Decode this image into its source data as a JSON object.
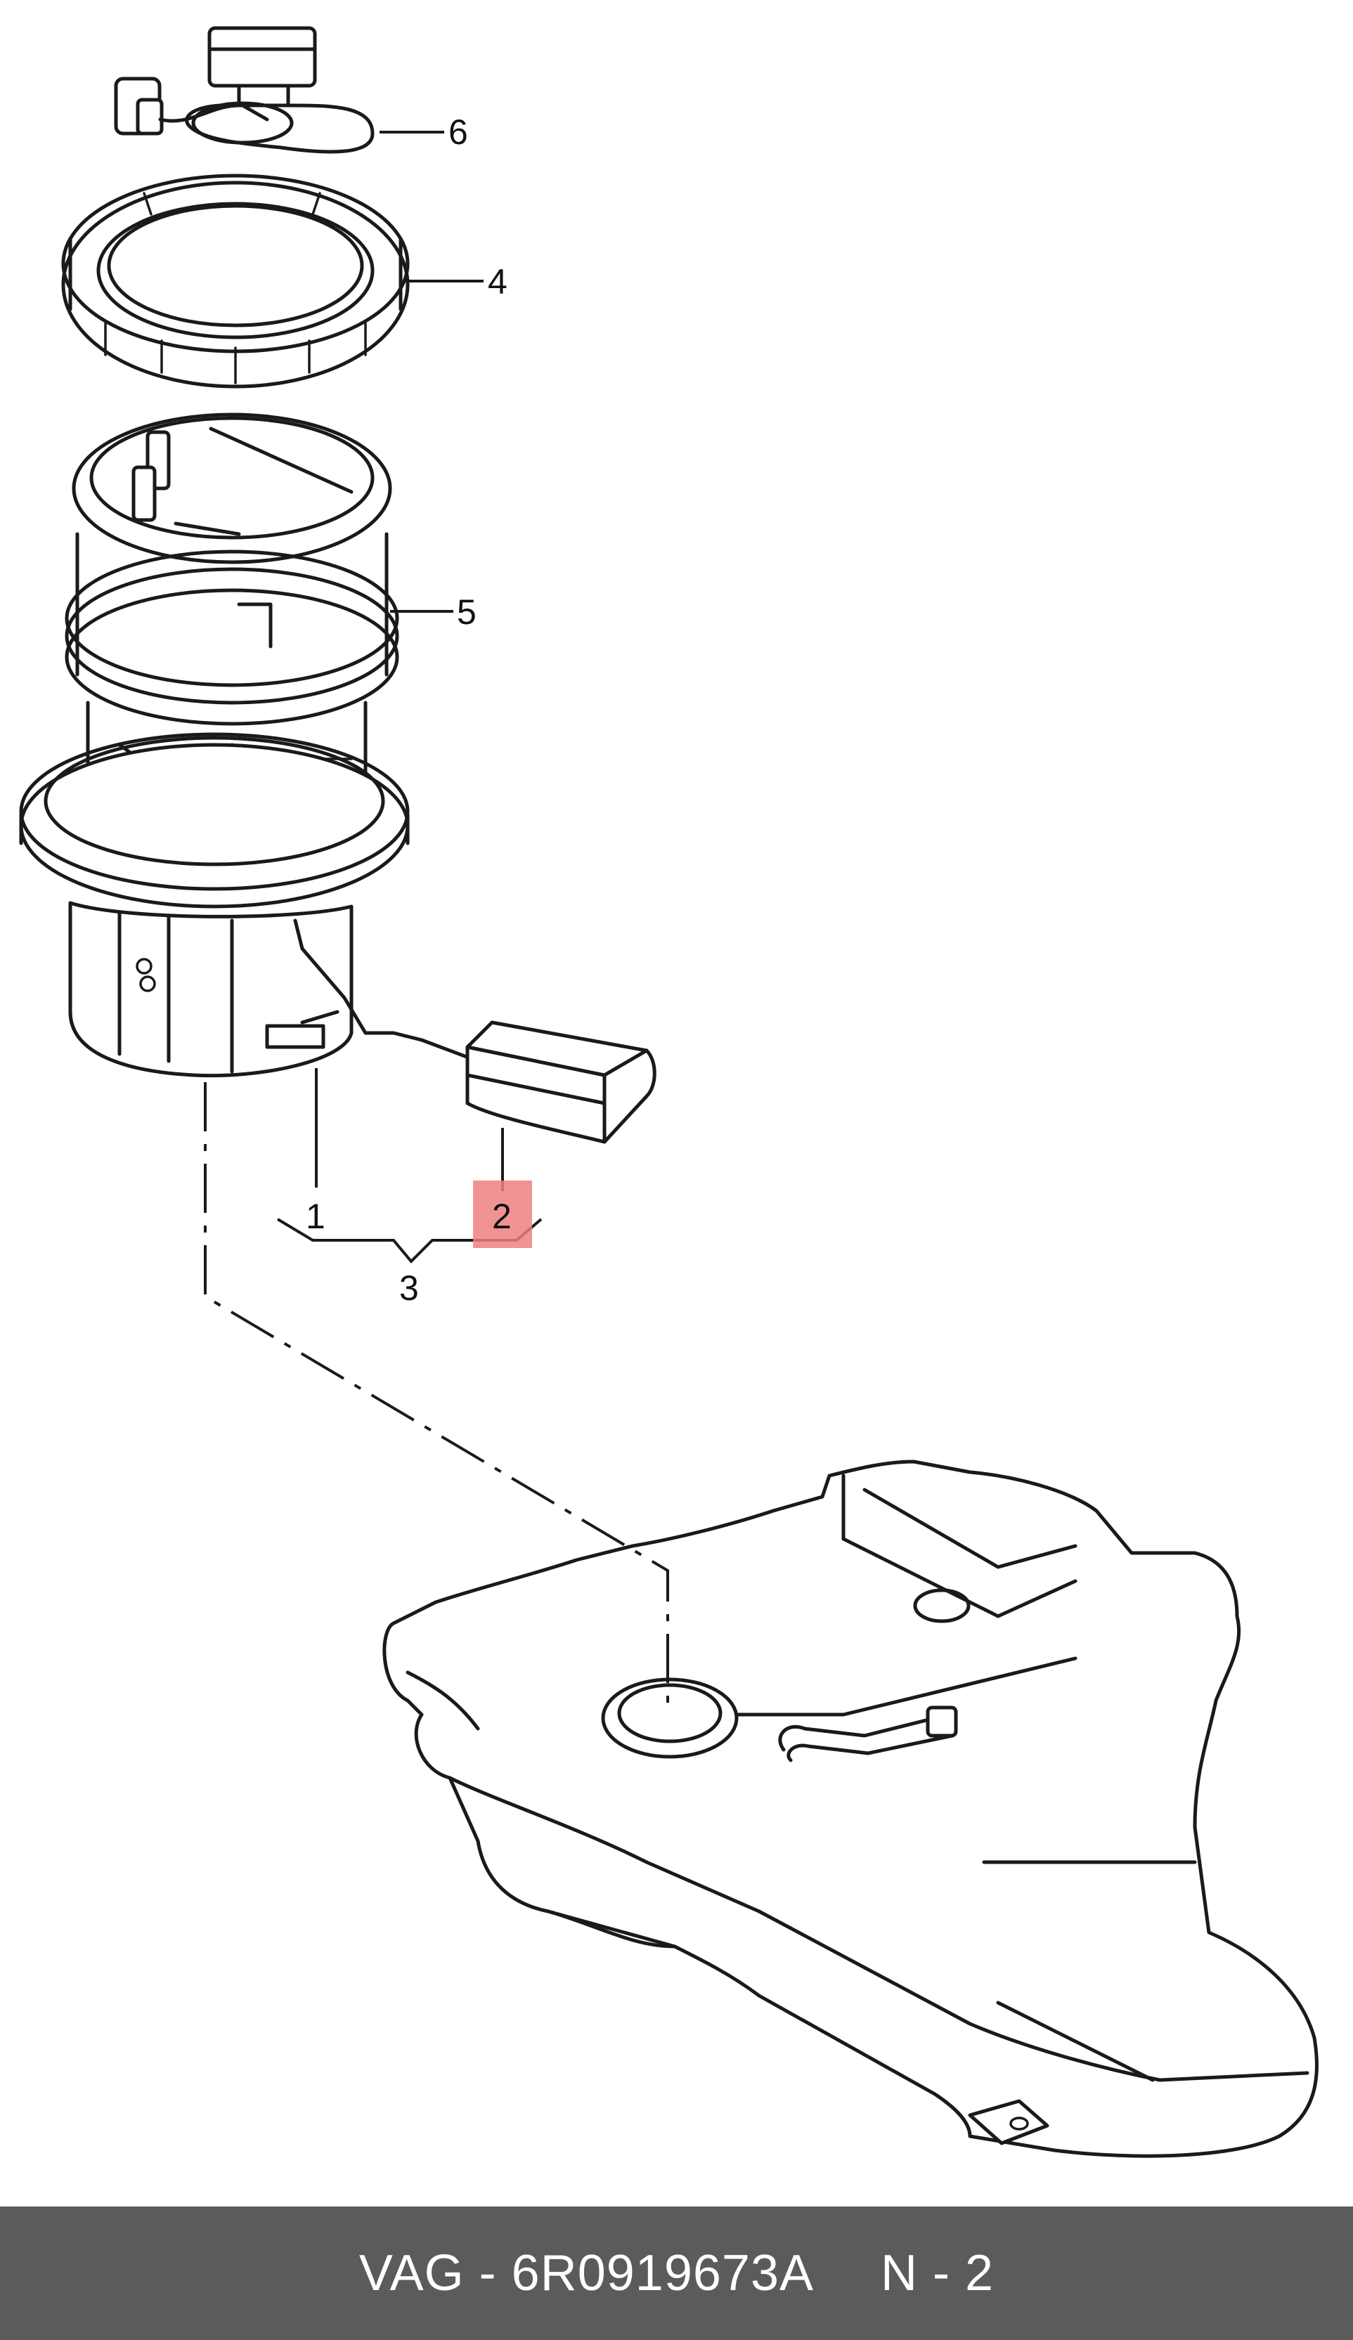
{
  "diagram": {
    "callouts": {
      "c1": "1",
      "c2": "2",
      "c3": "3",
      "c4": "4",
      "c5": "5",
      "c6": "6"
    },
    "highlight_color": "#f08080"
  },
  "footer": {
    "brand": "VAG",
    "separator": "-",
    "part_number": "6R0919673A",
    "position_label": "N - 2",
    "background_color": "#5b5b5b",
    "text_color": "#ffffff"
  }
}
